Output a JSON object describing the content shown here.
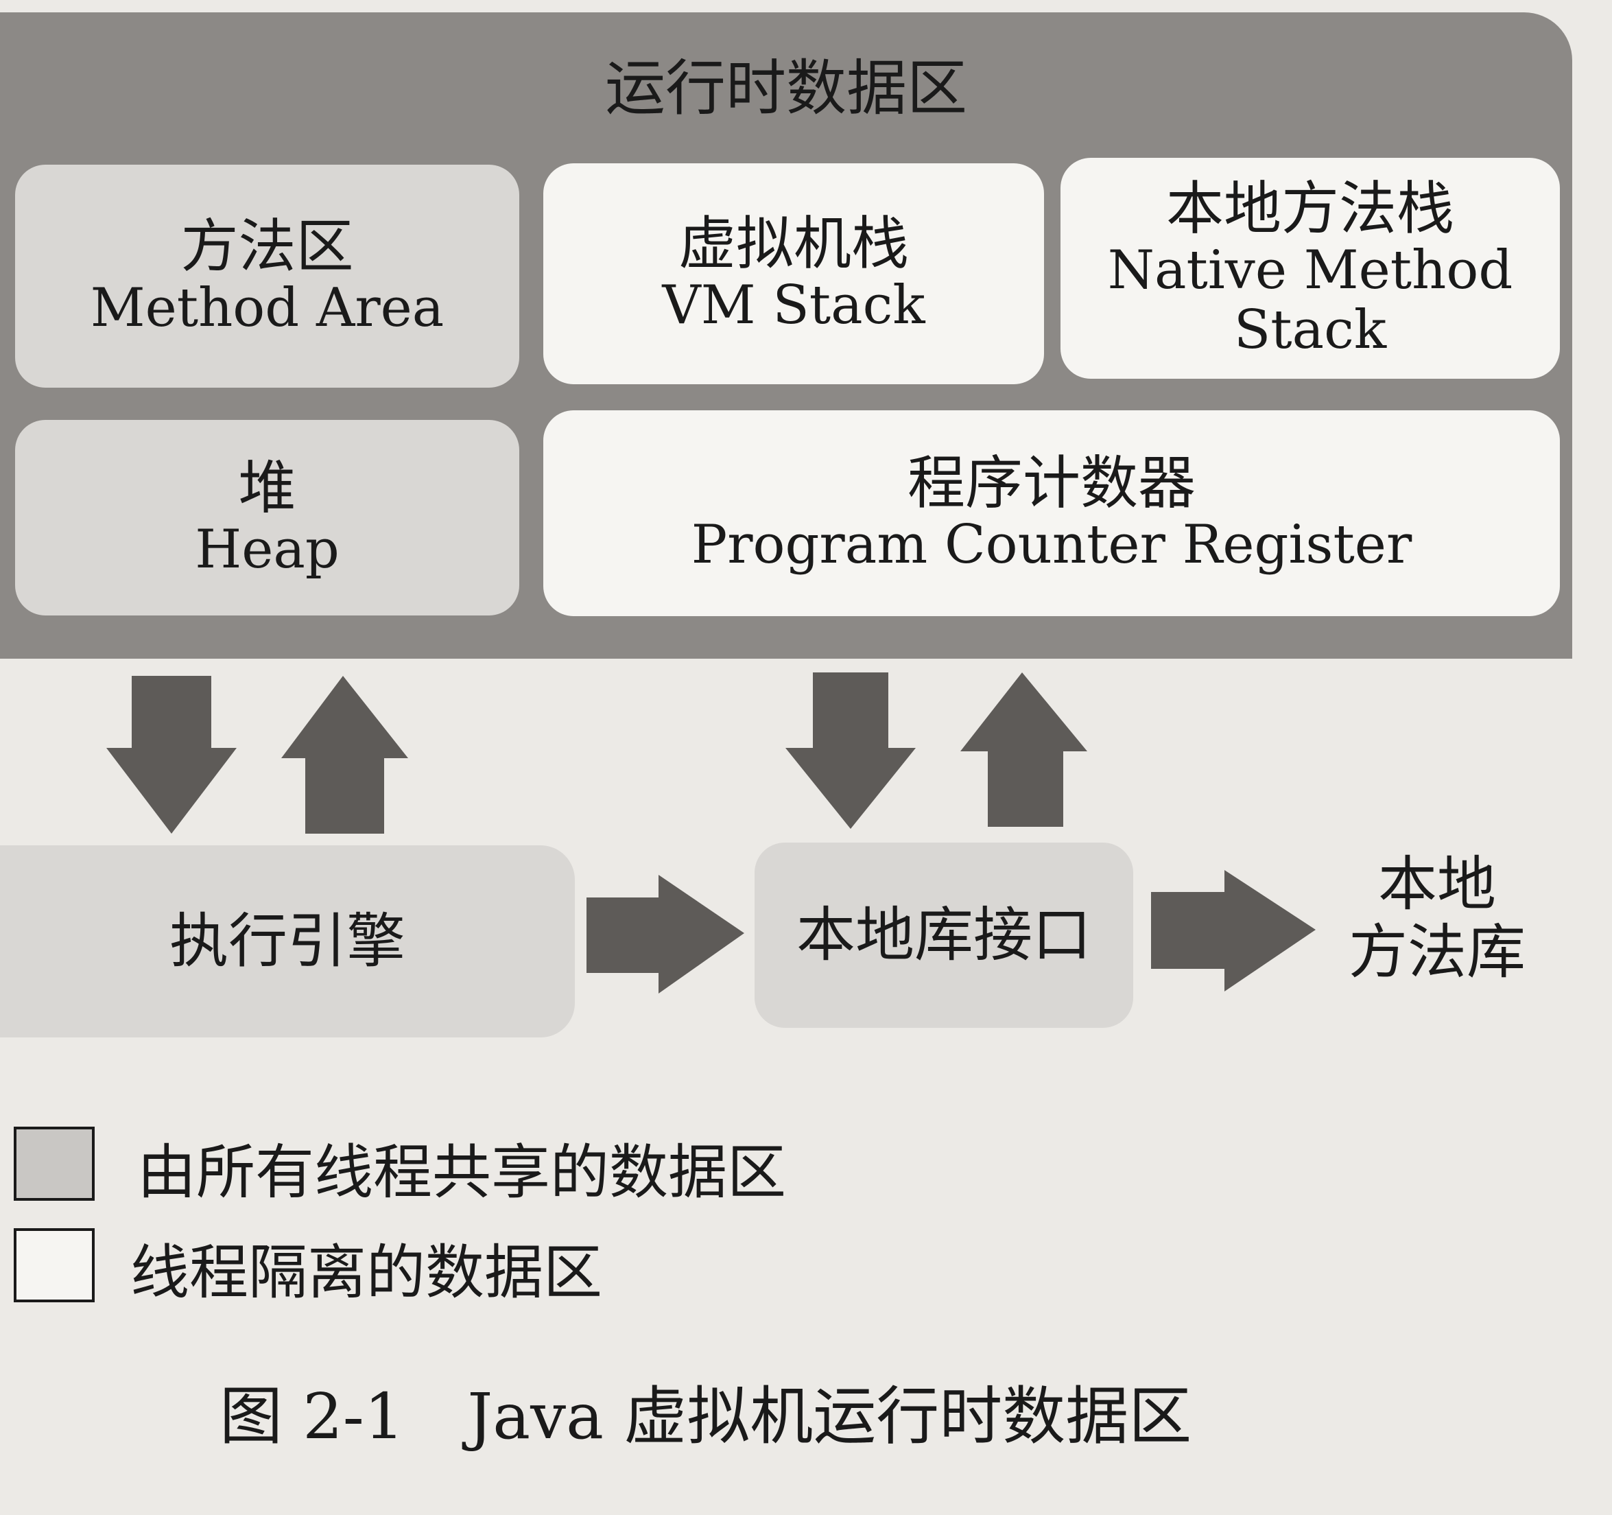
{
  "diagram": {
    "title": "运行时数据区",
    "method_area": {
      "zh": "方法区",
      "en": "Method Area"
    },
    "vm_stack": {
      "zh": "虚拟机栈",
      "en": "VM Stack"
    },
    "native_method_stack": {
      "zh": "本地方法栈",
      "en_line1": "Native Method",
      "en_line2": "Stack"
    },
    "heap": {
      "zh": "堆",
      "en": "Heap"
    },
    "program_counter": {
      "zh": "程序计数器",
      "en": "Program Counter Register"
    },
    "execution_engine": "执行引擎",
    "native_interface": "本地库接口",
    "native_library_line1": "本地",
    "native_library_line2": "方法库"
  },
  "legend": {
    "shared": "由所有线程共享的数据区",
    "isolated": "线程隔离的数据区"
  },
  "caption": "图 2-1　Java 虚拟机运行时数据区",
  "colors": {
    "outer_region": "#8c8986",
    "shared_area": "#d9d7d4",
    "isolated_area": "#f6f5f2",
    "arrow": "#5e5b58",
    "text": "#1a1a1a"
  }
}
